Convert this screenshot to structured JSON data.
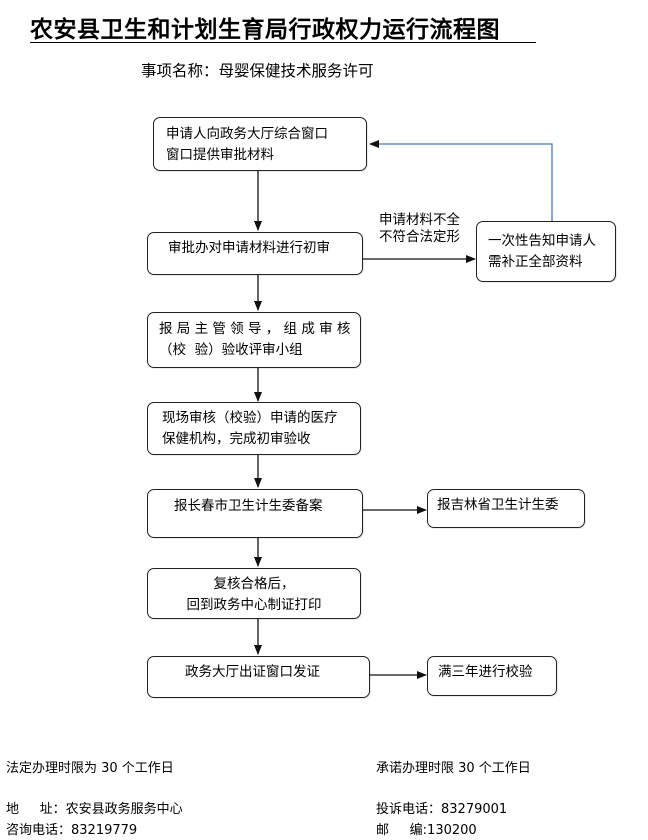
{
  "title": "农安县卫生和计划生育局行政权力运行流程图",
  "subtitle": "事项名称：母婴保健技术服务许可",
  "steps": {
    "apply": [
      "申请人向政务大厅综合窗口",
      "窗口提供审批材料"
    ],
    "initial_review": "审批办对申请材料进行初审",
    "report_leader": [
      "报 局 主 管 领 导 ， 组 成 审 核",
      "（校  验）验收评审小组"
    ],
    "site_review": [
      "现场审核（校验）申请的医疗",
      "保健机构，完成初审验收"
    ],
    "file_city": "报长春市卫生计生委备案",
    "recheck": [
      "复核合格后，",
      "回到政务中心制证打印"
    ],
    "issue": "政务大厅出证窗口发证"
  },
  "side_boxes": {
    "notify": [
      "一次性告知申请人",
      "需补正全部资料"
    ],
    "report_province": "报吉林省卫生计生委",
    "revalidate": "满三年进行校验"
  },
  "incomplete_label": [
    "申请材料不全",
    "不符合法定形"
  ],
  "footer": {
    "legal_limit": "法定办理时限为 30 个工作日",
    "promised_limit": "承诺办理时限 30 个工作日",
    "address": "地     址：农安县政务服务中心",
    "complaint_phone": "投诉电话：83279001",
    "consult_phone": "咨询电话：83219779",
    "postcode": "邮     编:130200"
  }
}
